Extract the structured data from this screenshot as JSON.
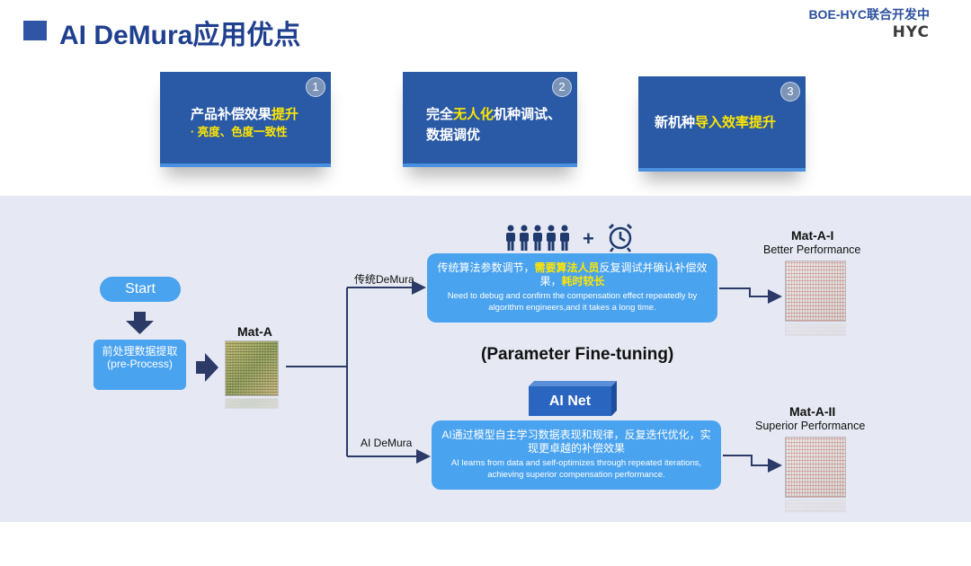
{
  "header": {
    "title": "AI DeMura应用优点",
    "brand_text": "BOE-HYC联合开发中",
    "brand_logo": "HYC"
  },
  "cards": [
    {
      "number": "1",
      "line1_a": "产品补偿效果",
      "line1_hl": "提升",
      "line2_hl": "· 亮度、色度一致性"
    },
    {
      "number": "2",
      "line1_a": "完全",
      "line1_hl": "无人化",
      "line1_b": "机种调试、",
      "line2_a": "数据调优"
    },
    {
      "number": "3",
      "line1_a": "新机种",
      "line1_hl": "导入效率提升"
    }
  ],
  "flow": {
    "start_label": "Start",
    "preprocess_label": "前处理数据提取\n(pre-Process)",
    "mat_a_label": "Mat-A",
    "branch_traditional": "传统DeMura",
    "branch_ai": "AI DeMura",
    "traditional_box": {
      "cn_a": "传统算法参数调节，",
      "cn_hl1": "需要算法人员",
      "cn_b": "反复调试并确认补偿效果，",
      "cn_hl2": "耗时较长",
      "en": "Need to debug and confirm the compensation effect repeatedly by algorithm engineers,and it takes a long time."
    },
    "parameter_label": "(Parameter Fine-tuning)",
    "ai_net_label": "AI Net",
    "ai_box": {
      "cn": "AI通过模型自主学习数据表现和规律，反复迭代优化，实现更卓越的补偿效果",
      "en": "AI learns from data and self-optimizes through repeated iterations, achieving superior compensation performance."
    },
    "result_top": {
      "title": "Mat-A-I",
      "subtitle": "Better Performance"
    },
    "result_bottom": {
      "title": "Mat-A-II",
      "subtitle": "Superior  Performance"
    },
    "plus_sign": "+"
  },
  "colors": {
    "title_blue": "#1f3f8f",
    "card_blue": "#2a5aa5",
    "flow_blue": "#4aa3ef",
    "arrow_navy": "#2b3a66",
    "highlight_yellow": "#ffe600",
    "band_gray": "#e6e9f3"
  },
  "icons": [
    "engineers-icon",
    "alarm-clock-icon",
    "down-arrow-icon",
    "right-arrow-icon"
  ]
}
